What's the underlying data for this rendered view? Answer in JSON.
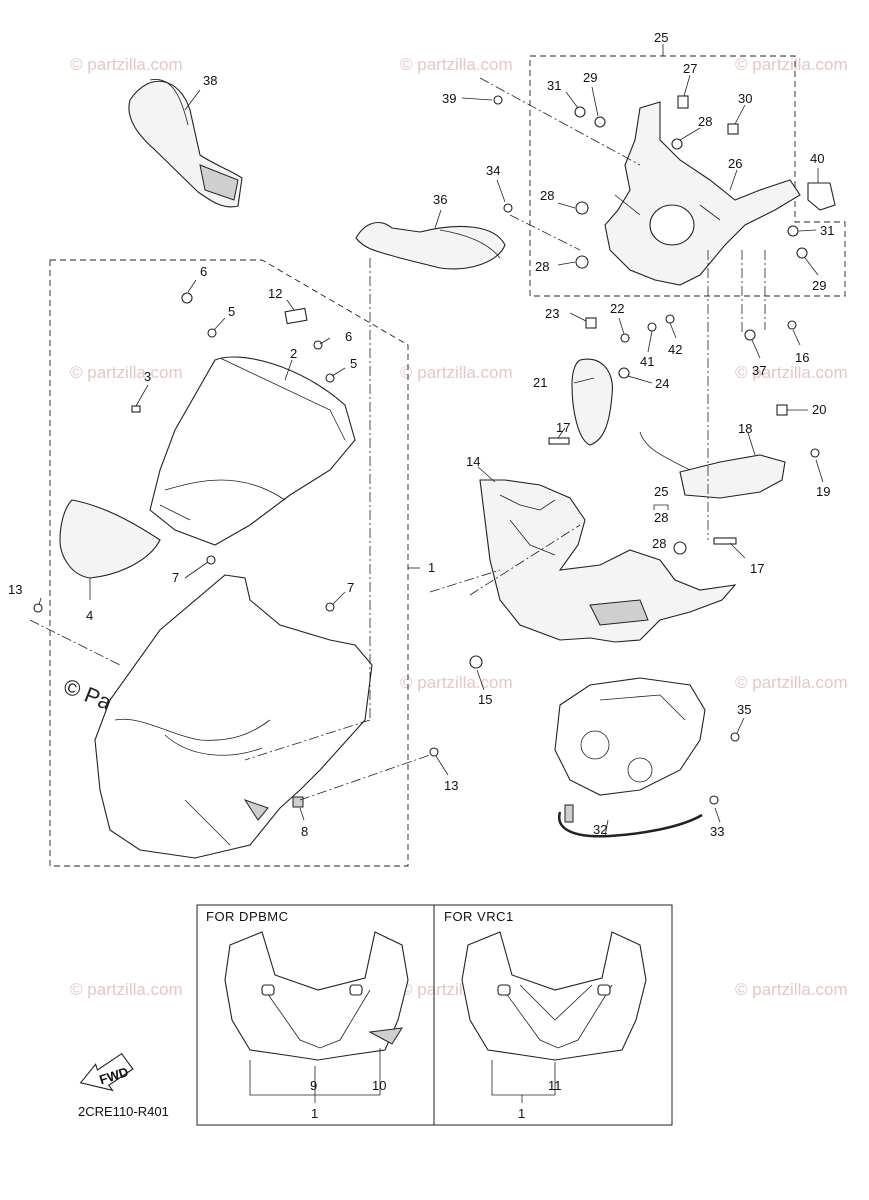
{
  "watermark": {
    "site": "© Partzilla.com",
    "site_small": "© partzilla.com"
  },
  "diagram_code": "2CRE110-R401",
  "fwd_label": "FWD",
  "subassembly_box": {
    "left_title": "FOR  DPBMC",
    "right_title": "FOR  VRC1",
    "left_callouts": [
      "9",
      "10",
      "1"
    ],
    "right_callouts": [
      "11",
      "1"
    ]
  },
  "callouts": [
    "1",
    "2",
    "3",
    "4",
    "5",
    "5",
    "6",
    "6",
    "7",
    "7",
    "8",
    "12",
    "13",
    "13",
    "14",
    "15",
    "16",
    "17",
    "17",
    "18",
    "19",
    "20",
    "21",
    "22",
    "23",
    "24",
    "25",
    "25",
    "26",
    "27",
    "28",
    "28",
    "28",
    "28",
    "28",
    "29",
    "29",
    "30",
    "31",
    "31",
    "32",
    "33",
    "34",
    "35",
    "36",
    "37",
    "38",
    "39",
    "40",
    "41",
    "42"
  ]
}
